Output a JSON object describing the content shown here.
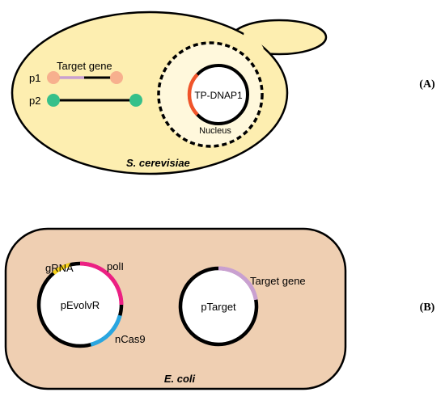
{
  "panel_a": {
    "panel_label": "(A)",
    "organism": "S. cerevisiae",
    "plasmid_p1_label": "p1",
    "plasmid_p2_label": "p2",
    "target_gene_label": "Target gene",
    "nucleus_label": "Nucleus",
    "dna_pol_label": "TP-DNAP1"
  },
  "panel_b": {
    "panel_label": "(B)",
    "organism": "E. coli",
    "plasmid_evolvr_label": "pEvolvR",
    "plasmid_target_label": "pTarget",
    "grna_label": "gRNA",
    "poli_label": "polI",
    "ncas9_label": "nCas9",
    "target_gene_label": "Target gene"
  },
  "colors": {
    "yeast_cell": "#fdeeb0",
    "nucleus_fill": "#fff8dc",
    "ecoli_cell": "#efcfb2",
    "p1_end": "#f7b08e",
    "p2_end": "#36c08a",
    "target_gene": "#c9a0d0",
    "tp_dnap1": "#f0542a",
    "grna": "#f7d21a",
    "poli": "#ec2083",
    "ncas9": "#2aa6e0"
  }
}
